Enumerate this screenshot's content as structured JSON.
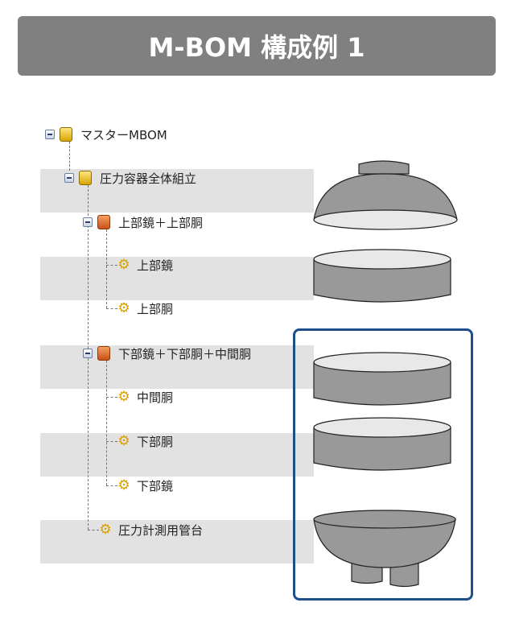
{
  "title": "M-BOM 構成例 1",
  "tree": {
    "root": "マスターMBOM",
    "assembly": "圧力容器全体組立",
    "sub1": "上部鏡＋上部胴",
    "sub1_items": [
      "上部鏡",
      "上部胴"
    ],
    "sub2": "下部鏡＋下部胴＋中間胴",
    "sub2_items": [
      "中間胴",
      "下部胴",
      "下部鏡"
    ],
    "part": "圧力計測用管台"
  },
  "colors": {
    "highlight_box": "#1f4e8c",
    "title_bg": "#808080"
  }
}
